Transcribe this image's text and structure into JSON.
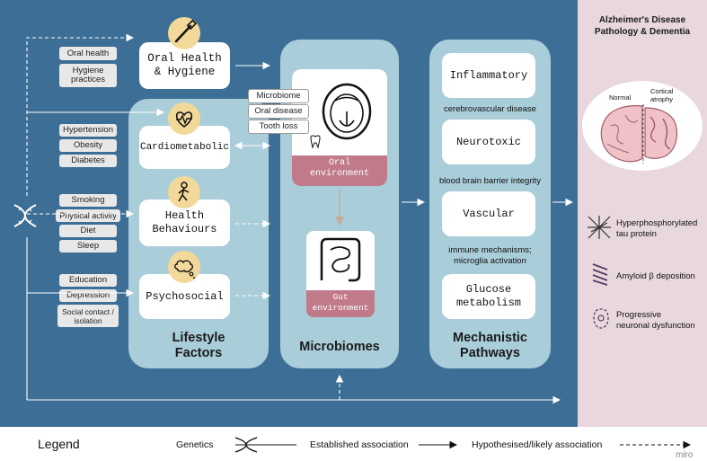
{
  "lifestyle": {
    "oral_box": "Oral Health\n& Hygiene",
    "oral_tags": [
      "Oral health",
      "Hygiene practices"
    ],
    "cardio_box": "Cardiometabolic",
    "cardio_tags": [
      "Hypertension",
      "Obesity",
      "Diabetes"
    ],
    "health_box": "Health\nBehaviours",
    "health_tags": [
      "Smoking",
      "Physical activity",
      "Diet",
      "Sleep"
    ],
    "psycho_box": "Psychosocial",
    "psycho_tags": [
      "Education",
      "Depression",
      "Social contact /\nisolation"
    ],
    "caption": "Lifestyle\nFactors"
  },
  "microbiomes": {
    "oral_tags": [
      "Microbiome",
      "Oral disease",
      "Tooth loss"
    ],
    "oral_label": "Oral\nenvironment",
    "gut_label": "Gut\nenvironment",
    "caption": "Microbiomes"
  },
  "pathways": {
    "boxes": [
      "Inflammatory",
      "Neurotoxic",
      "Vascular",
      "Glucose\nmetabolism"
    ],
    "notes": [
      "cerebrovascular disease",
      "blood brain barrier integrity",
      "immune mechanisms;\nmicroglia activation"
    ],
    "caption": "Mechanistic\nPathways"
  },
  "alzheimers": {
    "title": "Alzheimer's Disease\nPathology & Dementia",
    "normal_label": "Normal",
    "atrophy_label": "Cortical\natrophy",
    "items": [
      "Hyperphosphorylated\ntau protein",
      "Amyloid β deposition",
      "Progressive\nneuronal dysfunction"
    ]
  },
  "legend": {
    "title": "Legend",
    "genetics": "Genetics",
    "established": "Established association",
    "hypothesised": "Hypothesised/likely association"
  },
  "watermark": "miro",
  "colors": {
    "panel_blue": "#3d6e95",
    "column_light_blue": "#a9cdd9",
    "ad_panel_pink": "#e8d8dd",
    "environment_mauve": "#c07a8a",
    "icon_yellow": "#f2d99a"
  }
}
